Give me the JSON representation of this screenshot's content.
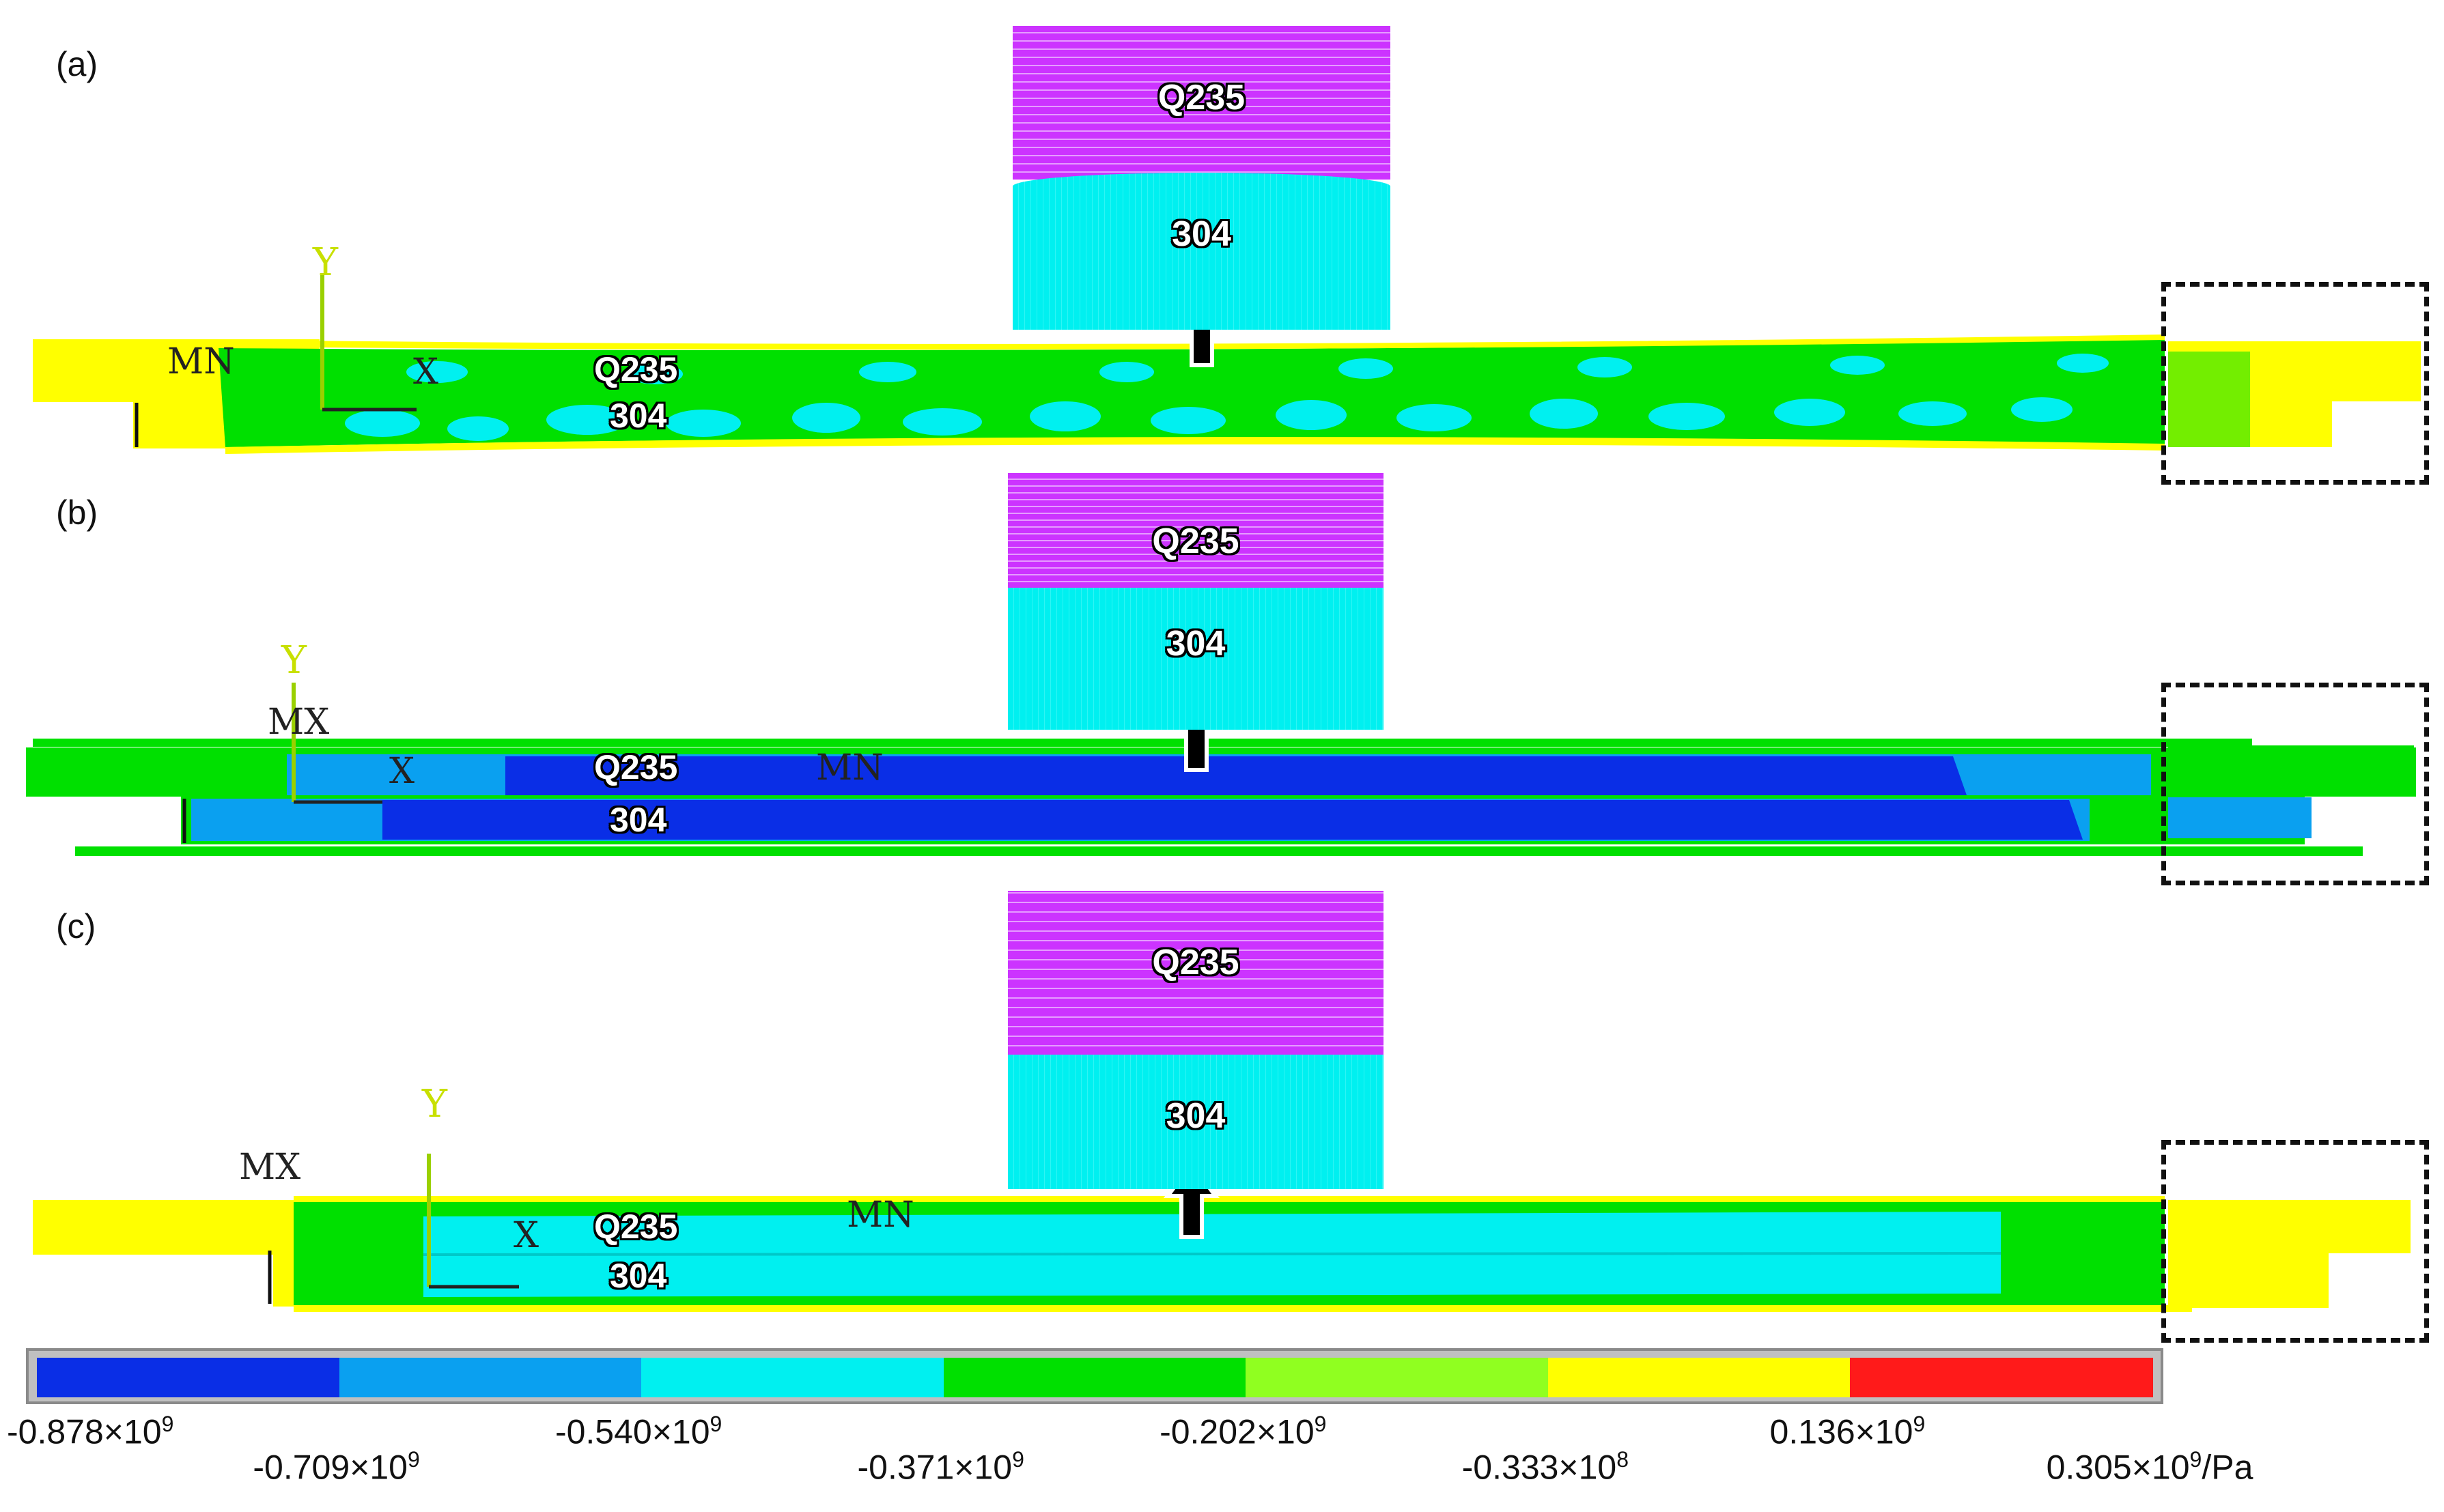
{
  "panels": [
    {
      "label": "(a)",
      "inset_top": "Q235",
      "inset_bottom": "304",
      "top_layer": "Q235",
      "bottom_layer": "304",
      "markers": [
        "MN"
      ],
      "axis_y": "Y",
      "axis_x": "X"
    },
    {
      "label": "(b)",
      "inset_top": "Q235",
      "inset_bottom": "304",
      "top_layer": "Q235",
      "bottom_layer": "304",
      "markers": [
        "MX",
        "MN"
      ],
      "axis_y": "Y",
      "axis_x": "X"
    },
    {
      "label": "(c)",
      "inset_top": "Q235",
      "inset_bottom": "304",
      "top_layer": "Q235",
      "bottom_layer": "304",
      "markers": [
        "MX",
        "MN"
      ],
      "axis_y": "Y",
      "axis_x": "X"
    }
  ],
  "colorbar": {
    "colors": [
      "#0a2ee6",
      "#0aa0f0",
      "#00f0f0",
      "#00e000",
      "#90ff20",
      "#ffff00",
      "#ff1a1a"
    ],
    "ticks": [
      {
        "mant": "-0.878×10",
        "exp": "9",
        "unit": ""
      },
      {
        "mant": "-0.709×10",
        "exp": "9",
        "unit": ""
      },
      {
        "mant": "-0.540×10",
        "exp": "9",
        "unit": ""
      },
      {
        "mant": "-0.371×10",
        "exp": "9",
        "unit": ""
      },
      {
        "mant": "-0.202×10",
        "exp": "9",
        "unit": ""
      },
      {
        "mant": "-0.333×10",
        "exp": "8",
        "unit": ""
      },
      {
        "mant": "0.136×10",
        "exp": "9",
        "unit": ""
      },
      {
        "mant": "0.305×10",
        "exp": "9",
        "unit": "/Pa"
      }
    ]
  },
  "colors": {
    "magenta": "#cc33ff",
    "cyan": "#00f0f0",
    "green": "#00e000",
    "yellow": "#ffff00",
    "blue": "#0a2ee6",
    "lightblue": "#0aa0f0"
  }
}
